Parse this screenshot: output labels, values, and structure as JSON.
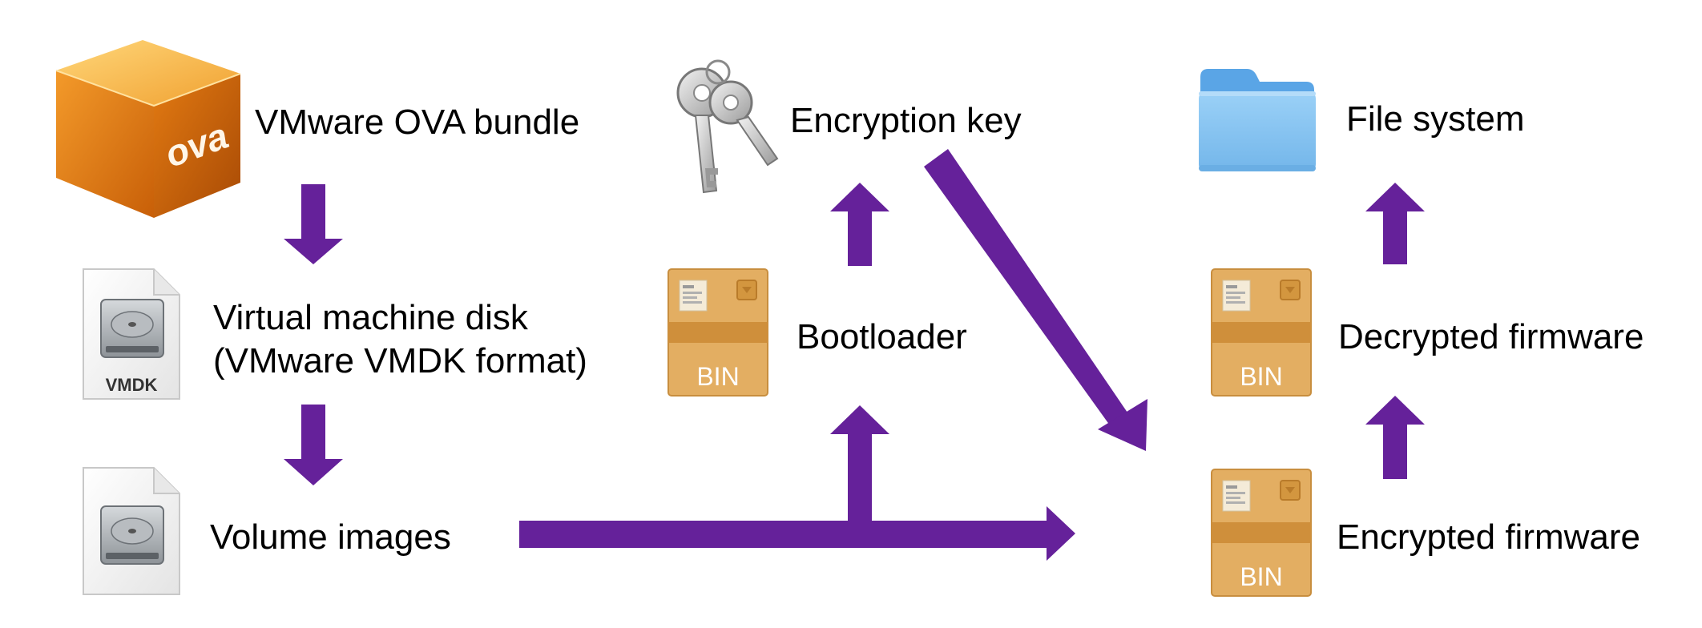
{
  "nodes": {
    "ova": {
      "label": "VMware OVA bundle",
      "icon": "ova-box-icon",
      "icon_text": "ova"
    },
    "vmdk": {
      "label_line1": "Virtual machine disk",
      "label_line2": "(VMware VMDK format)",
      "icon": "disk-file-icon",
      "icon_text": "VMDK"
    },
    "volume": {
      "label": "Volume images",
      "icon": "disk-file-icon"
    },
    "key": {
      "label": "Encryption key",
      "icon": "keys-icon"
    },
    "bootloader": {
      "label": "Bootloader",
      "icon": "bin-package-icon",
      "icon_text": "BIN"
    },
    "encrypted": {
      "label": "Encrypted firmware",
      "icon": "bin-package-icon",
      "icon_text": "BIN"
    },
    "decrypted": {
      "label": "Decrypted firmware",
      "icon": "bin-package-icon",
      "icon_text": "BIN"
    },
    "filesystem": {
      "label": "File system",
      "icon": "folder-icon"
    }
  },
  "edges": [
    {
      "from": "ova",
      "to": "vmdk"
    },
    {
      "from": "vmdk",
      "to": "volume"
    },
    {
      "from": "volume",
      "to": "bootloader"
    },
    {
      "from": "volume",
      "to": "encrypted"
    },
    {
      "from": "bootloader",
      "to": "key"
    },
    {
      "from": "key",
      "to": "encrypted"
    },
    {
      "from": "encrypted",
      "to": "decrypted"
    },
    {
      "from": "decrypted",
      "to": "filesystem"
    }
  ],
  "colors": {
    "arrow": "#65219a",
    "ova_box": "#e07d10",
    "bin_package": "#e0a95a",
    "folder": "#8cc6f2"
  }
}
